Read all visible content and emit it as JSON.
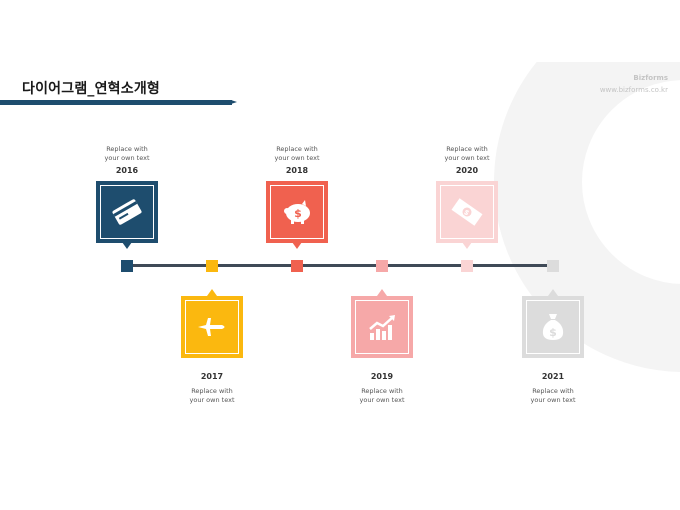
{
  "title": "다이어그램_연혁소개형",
  "brand": {
    "name": "Bizforms",
    "url": "www.bizforms.co.kr"
  },
  "colors": {
    "navy": "#1e4d6e",
    "line": "#3f4a57",
    "y2016": "#1e4d6e",
    "y2017": "#fbb80f",
    "y2018": "#f0614f",
    "y2019": "#f6a8a8",
    "y2020": "#fad4d4",
    "y2021": "#dcdcdc"
  },
  "milestones": [
    {
      "year": "2016",
      "desc1": "Replace with",
      "desc2": "your own text",
      "icon": "credit-card-icon",
      "position": "above"
    },
    {
      "year": "2017",
      "desc1": "Replace with",
      "desc2": "your own text",
      "icon": "airplane-icon",
      "position": "below"
    },
    {
      "year": "2018",
      "desc1": "Replace with",
      "desc2": "your own text",
      "icon": "piggy-bank-icon",
      "position": "above"
    },
    {
      "year": "2019",
      "desc1": "Replace with",
      "desc2": "your own text",
      "icon": "growth-chart-icon",
      "position": "below"
    },
    {
      "year": "2020",
      "desc1": "Replace with",
      "desc2": "your own text",
      "icon": "banknote-icon",
      "position": "above"
    },
    {
      "year": "2021",
      "desc1": "Replace with",
      "desc2": "your own text",
      "icon": "money-bag-icon",
      "position": "below"
    }
  ]
}
